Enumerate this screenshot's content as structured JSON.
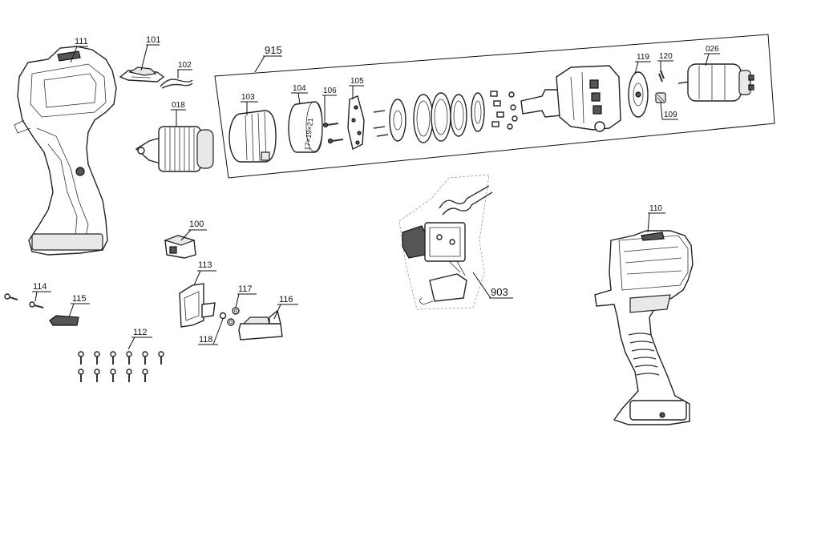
{
  "labels": {
    "l111": "111",
    "l101": "101",
    "l102": "102",
    "l018": "018",
    "l915": "915",
    "l103": "103",
    "l104": "104",
    "l106": "106",
    "l105": "105",
    "l119": "119",
    "l120": "120",
    "l026": "026",
    "l109": "109",
    "l100": "100",
    "l113": "113",
    "l114": "114",
    "l115": "115",
    "l117": "117",
    "l116": "116",
    "l118": "118",
    "l112": "112",
    "l903": "903",
    "l110": "110"
  },
  "ring_marking": "17×19×21"
}
